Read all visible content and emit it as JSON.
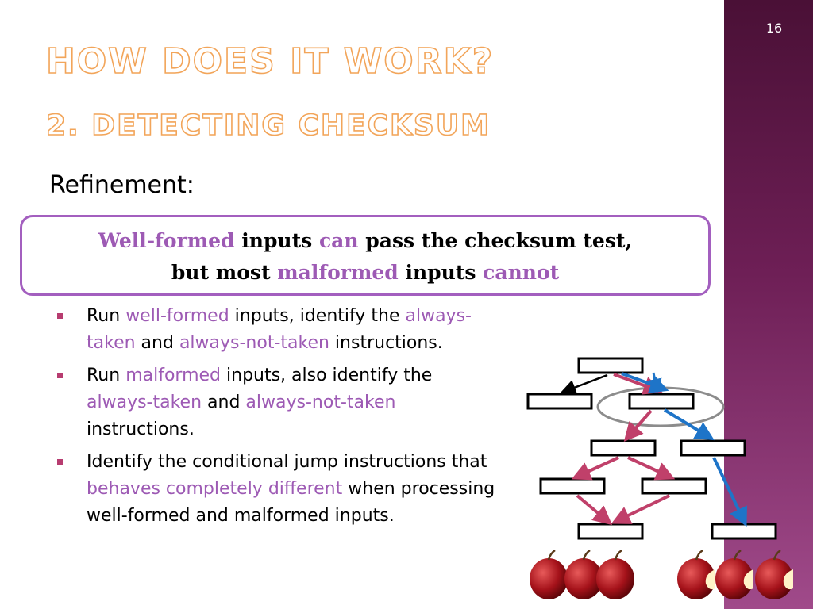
{
  "slide": {
    "page_number": "16",
    "title": "How does it work?",
    "subtitle": "2. Detecting Checksum",
    "heading": "Refinement:"
  },
  "callout": {
    "line1": {
      "part1": "Well-formed",
      "part2": " inputs ",
      "part3": "can",
      "part4": " pass the checksum test,"
    },
    "line2": {
      "part1": "but most ",
      "part2": "malformed",
      "part3": " inputs ",
      "part4": "cannot"
    }
  },
  "bullets": [
    {
      "t1": "Run ",
      "t2": "well-formed",
      "t3": " inputs, identify the ",
      "t4": "always-taken",
      "t5": " and ",
      "t6": "always-not-taken",
      "t7": " instructions."
    },
    {
      "t1": "Run ",
      "t2": "malformed",
      "t3": " inputs, also identify the ",
      "t4": "always-taken",
      "t5": " and ",
      "t6": "always-not-taken",
      "t7": " instructions."
    },
    {
      "t1": "Identify the conditional jump instructions that ",
      "t2": "behaves completely different",
      "t3": " when processing well-formed and malformed inputs."
    }
  ],
  "colors": {
    "accent_purple": "#9d5ab4",
    "title_orange": "#f2a55a",
    "sidebar": "#6e1f56",
    "arrow_red": "#c0406a",
    "arrow_blue": "#1e74c8"
  },
  "icons": {
    "bullet": "square-bullet-icon",
    "diagram": "control-flow-graph",
    "whole_apples": "apple-icon",
    "bitten_apples": "bitten-apple-icon"
  }
}
